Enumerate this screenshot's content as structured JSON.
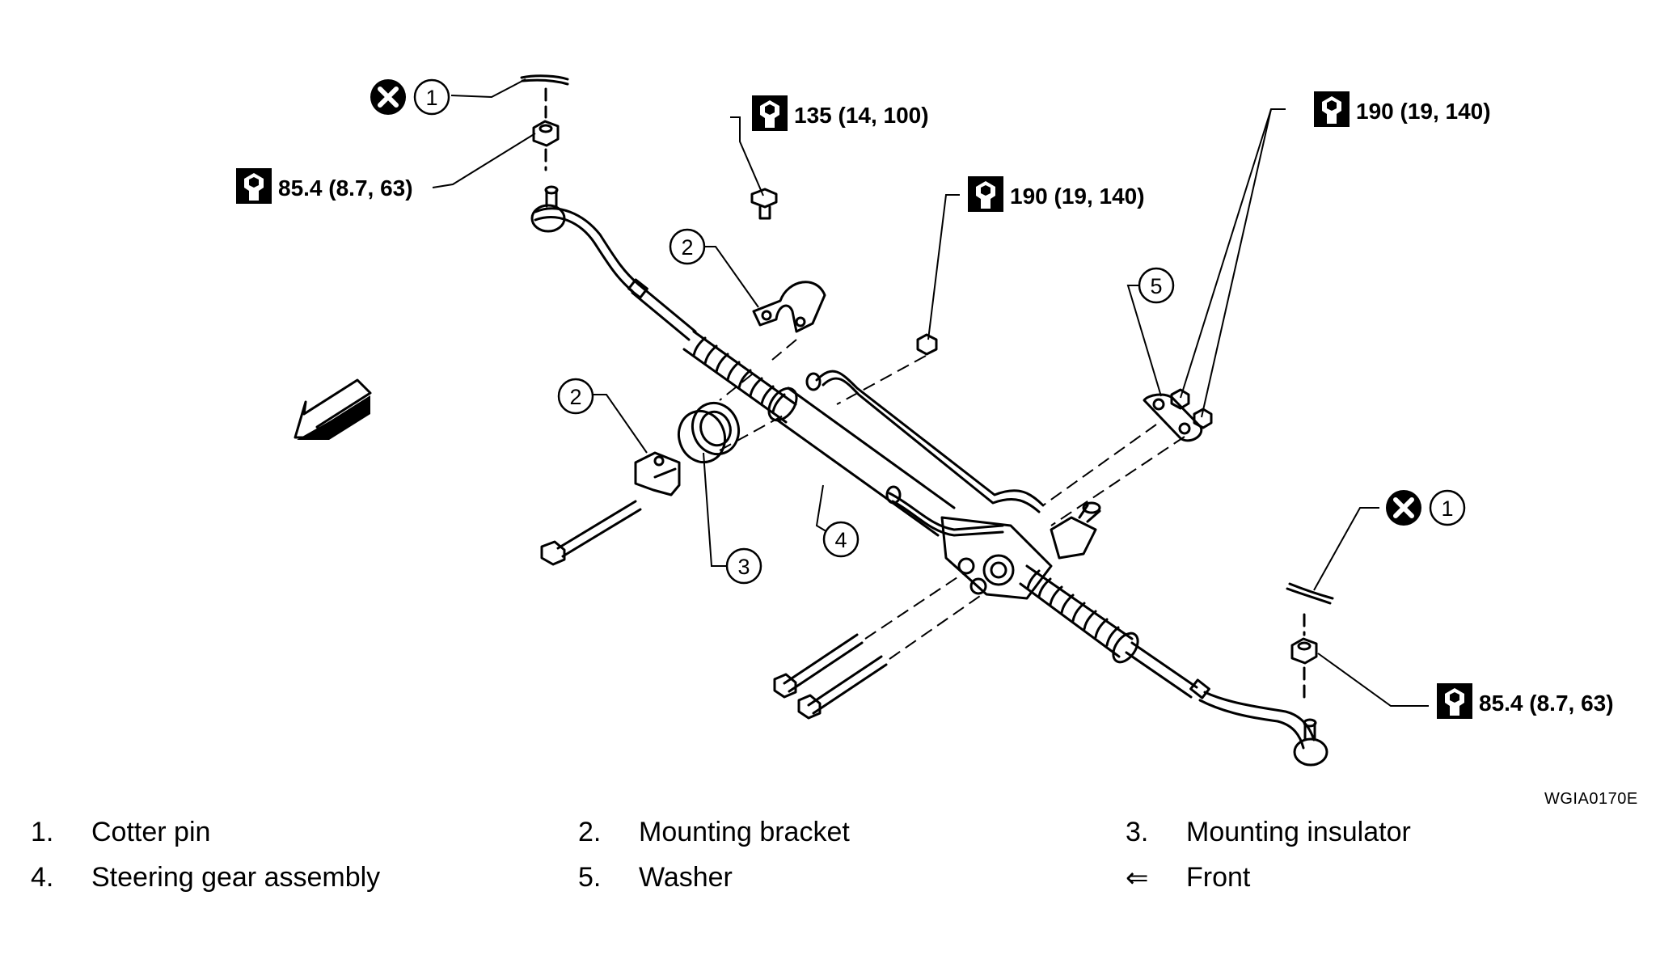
{
  "figure_id": "WGIA0170E",
  "callouts": {
    "cotter_pin_left": "1",
    "bracket_upper": "2",
    "bracket_lower": "2",
    "insulator": "3",
    "gear_assembly": "4",
    "washer": "5",
    "cotter_pin_right": "1"
  },
  "torque_specs": {
    "tie_rod_nut_left": "85.4 (8.7, 63)",
    "bracket_bolt": "135 (14, 100)",
    "gear_nut_center": "190 (19, 140)",
    "gear_nut_right": "190 (19, 140)",
    "tie_rod_nut_right": "85.4 (8.7, 63)"
  },
  "legend": [
    {
      "num": "1.",
      "text": "Cotter pin"
    },
    {
      "num": "2.",
      "text": "Mounting bracket"
    },
    {
      "num": "3.",
      "text": "Mounting insulator"
    },
    {
      "num": "4.",
      "text": "Steering gear assembly"
    },
    {
      "num": "5.",
      "text": "Washer"
    },
    {
      "num": "⇐",
      "text": "Front"
    }
  ]
}
